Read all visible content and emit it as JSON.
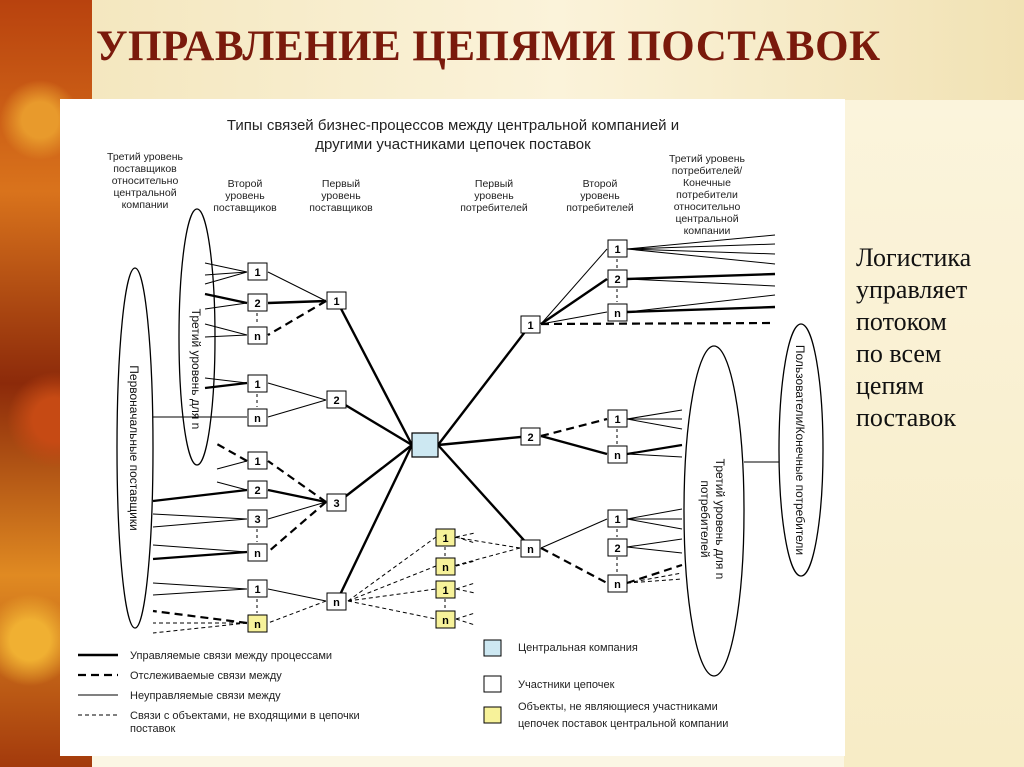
{
  "slide": {
    "title": "УПРАВЛЕНИЕ ЦЕПЯМИ ПОСТАВОК",
    "note_lines": [
      "Логистика",
      "управляет",
      "потоком",
      "по всем",
      "цепям",
      "поставок"
    ]
  },
  "diagram": {
    "title_lines": [
      "Типы связей бизнес-процессов между центральной компанией и",
      "другими участниками цепочек поставок"
    ],
    "headers": {
      "tier3_suppliers": [
        "Третий уровень",
        "поставщиков",
        "относительно",
        "центральной",
        "компании"
      ],
      "tier2_suppliers": [
        "Второй",
        "уровень",
        "поставщиков"
      ],
      "tier1_suppliers": [
        "Первый",
        "уровень",
        "поставщиков"
      ],
      "tier1_customers": [
        "Первый",
        "уровень",
        "потребителей"
      ],
      "tier2_customers": [
        "Второй",
        "уровень",
        "потребителей"
      ],
      "tier3_customers": [
        "Третий уровень",
        "потребителей/",
        "Конечные",
        "потребители",
        "относительно",
        "центральной",
        "компании"
      ]
    },
    "ellipses": {
      "initial_suppliers": "Первоначальные поставщики",
      "tier3_to_n": "Третий уровень для n",
      "end_users": "Пользователи/Конечные потребители",
      "tier3_customers_n": [
        "Третий уровень для n",
        "потребителей"
      ]
    },
    "node_labels": {
      "n": "n",
      "one": "1",
      "two": "2",
      "three": "3"
    },
    "legend": {
      "managed": "Управляемые связи между процессами",
      "monitored": "Отслеживаемые связи между",
      "unmanaged": "Неуправляемые связи между",
      "non_members": [
        "Связи с объектами, не входящими в цепочки",
        "поставок"
      ],
      "central": "Центральная компания",
      "members": "Участники цепочек",
      "non_member_entities": [
        "Объекты, не являющиеся участниками",
        "цепочек поставок центральной компании"
      ]
    },
    "colors": {
      "central_fill": "#cde8f2",
      "non_member_fill": "#f7f29a",
      "line": "#000000"
    }
  }
}
